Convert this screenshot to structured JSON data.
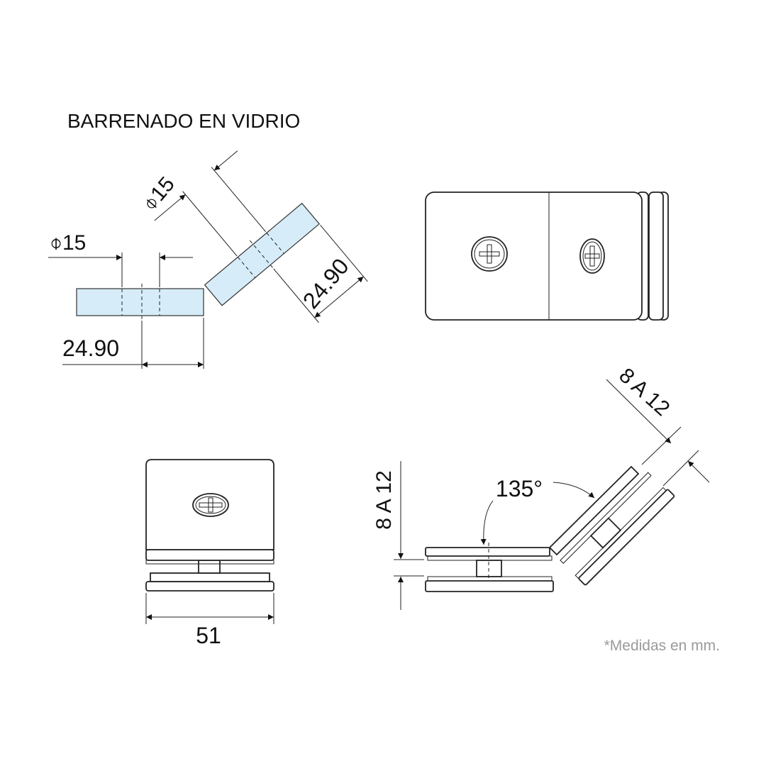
{
  "title": "BARRENADO EN VIDRIO",
  "glass_flat": {
    "hole_diameter": "⌽15",
    "edge_distance": "24.90"
  },
  "glass_rotated": {
    "hole_diameter": "⌽15",
    "edge_distance": "24.90"
  },
  "front_view": {
    "width": "51"
  },
  "side_view": {
    "glass_thickness": "8 A 12",
    "angle": "135°",
    "glass_thickness_angled": "8 A 12"
  },
  "footnote": "*Medidas en mm.",
  "colors": {
    "glass": "#d6ecf8",
    "line": "#222222",
    "footnote": "#9a9a9a"
  }
}
